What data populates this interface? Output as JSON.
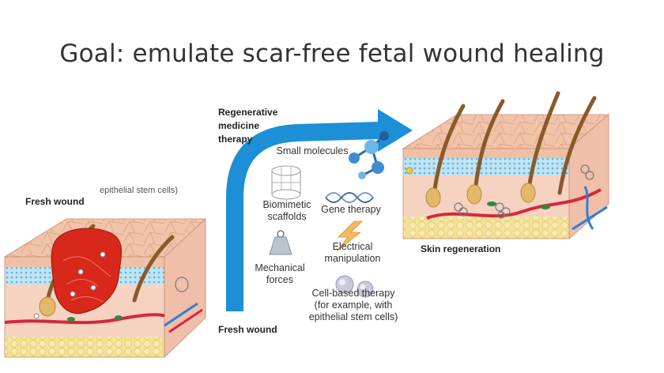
{
  "slide": {
    "title": "Goal: emulate scar-free fetal wound healing"
  },
  "figure": {
    "inset": {
      "label": "Fresh wound",
      "partial_caption": "epithelial stem cells)"
    },
    "arrow_label": "Regenerative\nmedicine\ntherapy",
    "arrow_start_label": "Fresh wound",
    "result_label": "Skin regeneration",
    "therapies": [
      {
        "label": "Small molecules",
        "icon": "molecule-icon"
      },
      {
        "label": "Biomimetic\nscaffolds",
        "icon": "scaffold-icon"
      },
      {
        "label": "Gene therapy",
        "icon": "dna-icon"
      },
      {
        "label": "Electrical\nmanipulation",
        "icon": "lightning-icon"
      },
      {
        "label": "Mechanical\nforces",
        "icon": "weight-icon"
      },
      {
        "label": "Cell-based therapy\n(for example, with\nepithelial stem cells)",
        "icon": "cells-icon"
      }
    ],
    "colors": {
      "arrow": "#1d8fd6",
      "wound": "#d8271b",
      "dermis": "#f4cdb9",
      "epidermis": "#f1c2a8",
      "fat": "#f2de84",
      "basal": "#9fd3ea",
      "hair": "#8a5a2b"
    }
  }
}
